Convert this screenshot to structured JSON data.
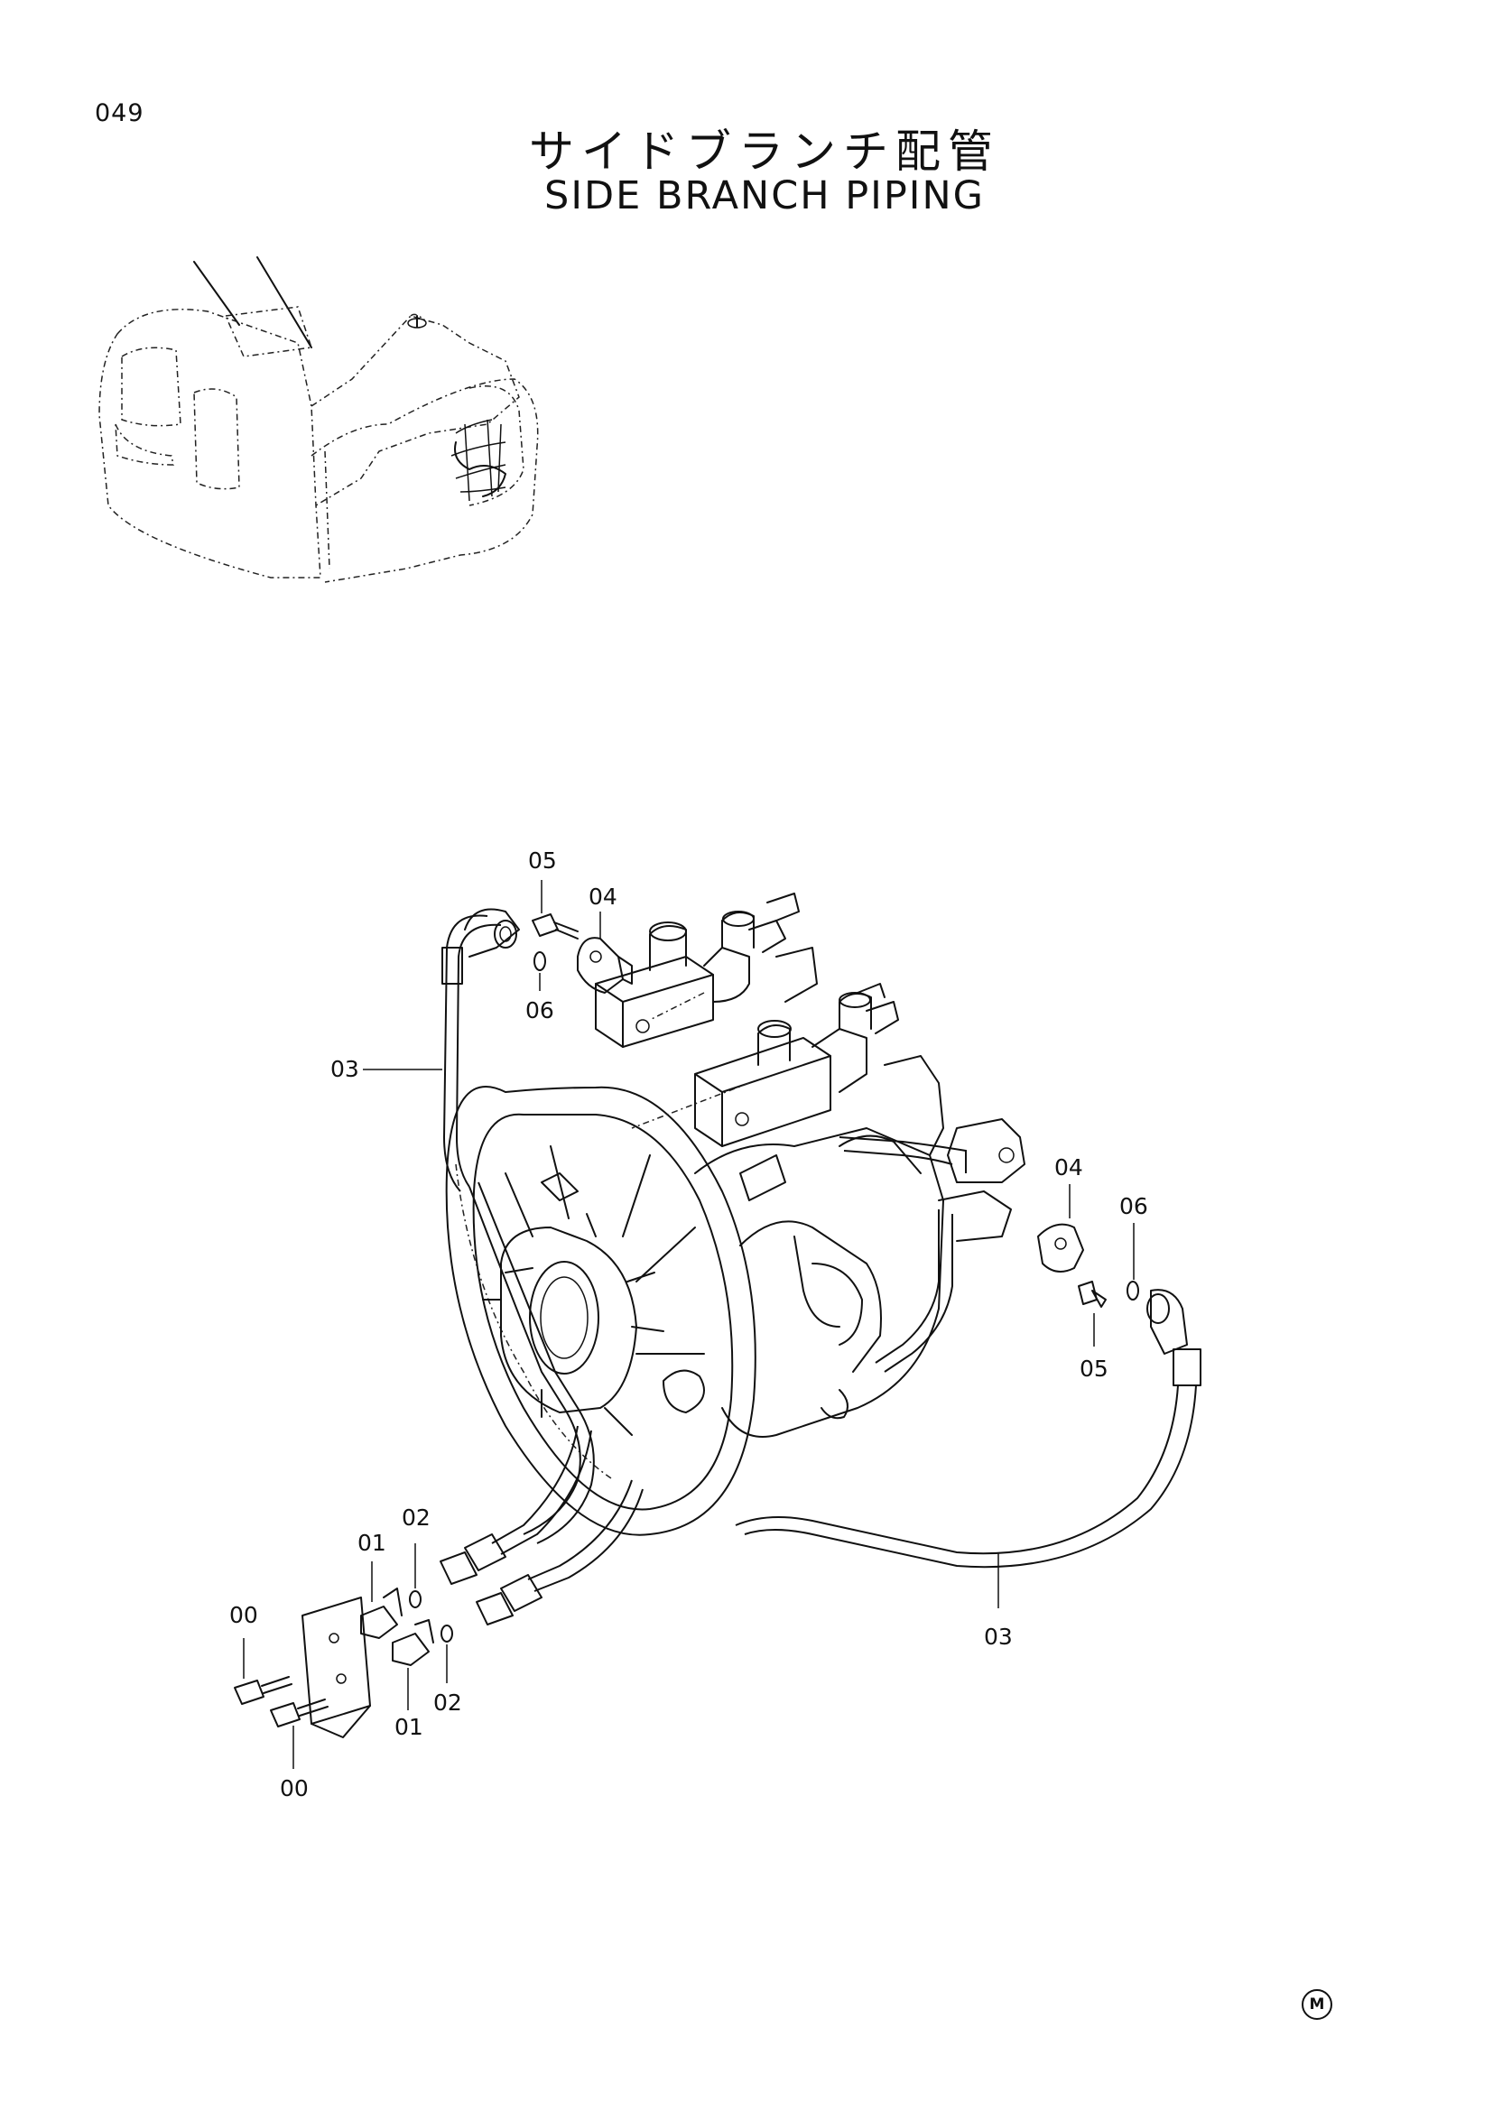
{
  "page": {
    "number": "049",
    "title_jp": "サイドブランチ配管",
    "title_en": "SIDE BRANCH PIPING",
    "mark": "M"
  },
  "callouts": [
    {
      "id": "c-05-top",
      "text": "05"
    },
    {
      "id": "c-04-top",
      "text": "04"
    },
    {
      "id": "c-06-top",
      "text": "06"
    },
    {
      "id": "c-03-left",
      "text": "03"
    },
    {
      "id": "c-04-right",
      "text": "04"
    },
    {
      "id": "c-06-right",
      "text": "06"
    },
    {
      "id": "c-05-right",
      "text": "05"
    },
    {
      "id": "c-03-bottom",
      "text": "03"
    },
    {
      "id": "c-02-upper",
      "text": "02"
    },
    {
      "id": "c-01-upper",
      "text": "01"
    },
    {
      "id": "c-00-upper",
      "text": "00"
    },
    {
      "id": "c-02-lower",
      "text": "02"
    },
    {
      "id": "c-01-lower",
      "text": "01"
    },
    {
      "id": "c-00-lower",
      "text": "00"
    }
  ]
}
